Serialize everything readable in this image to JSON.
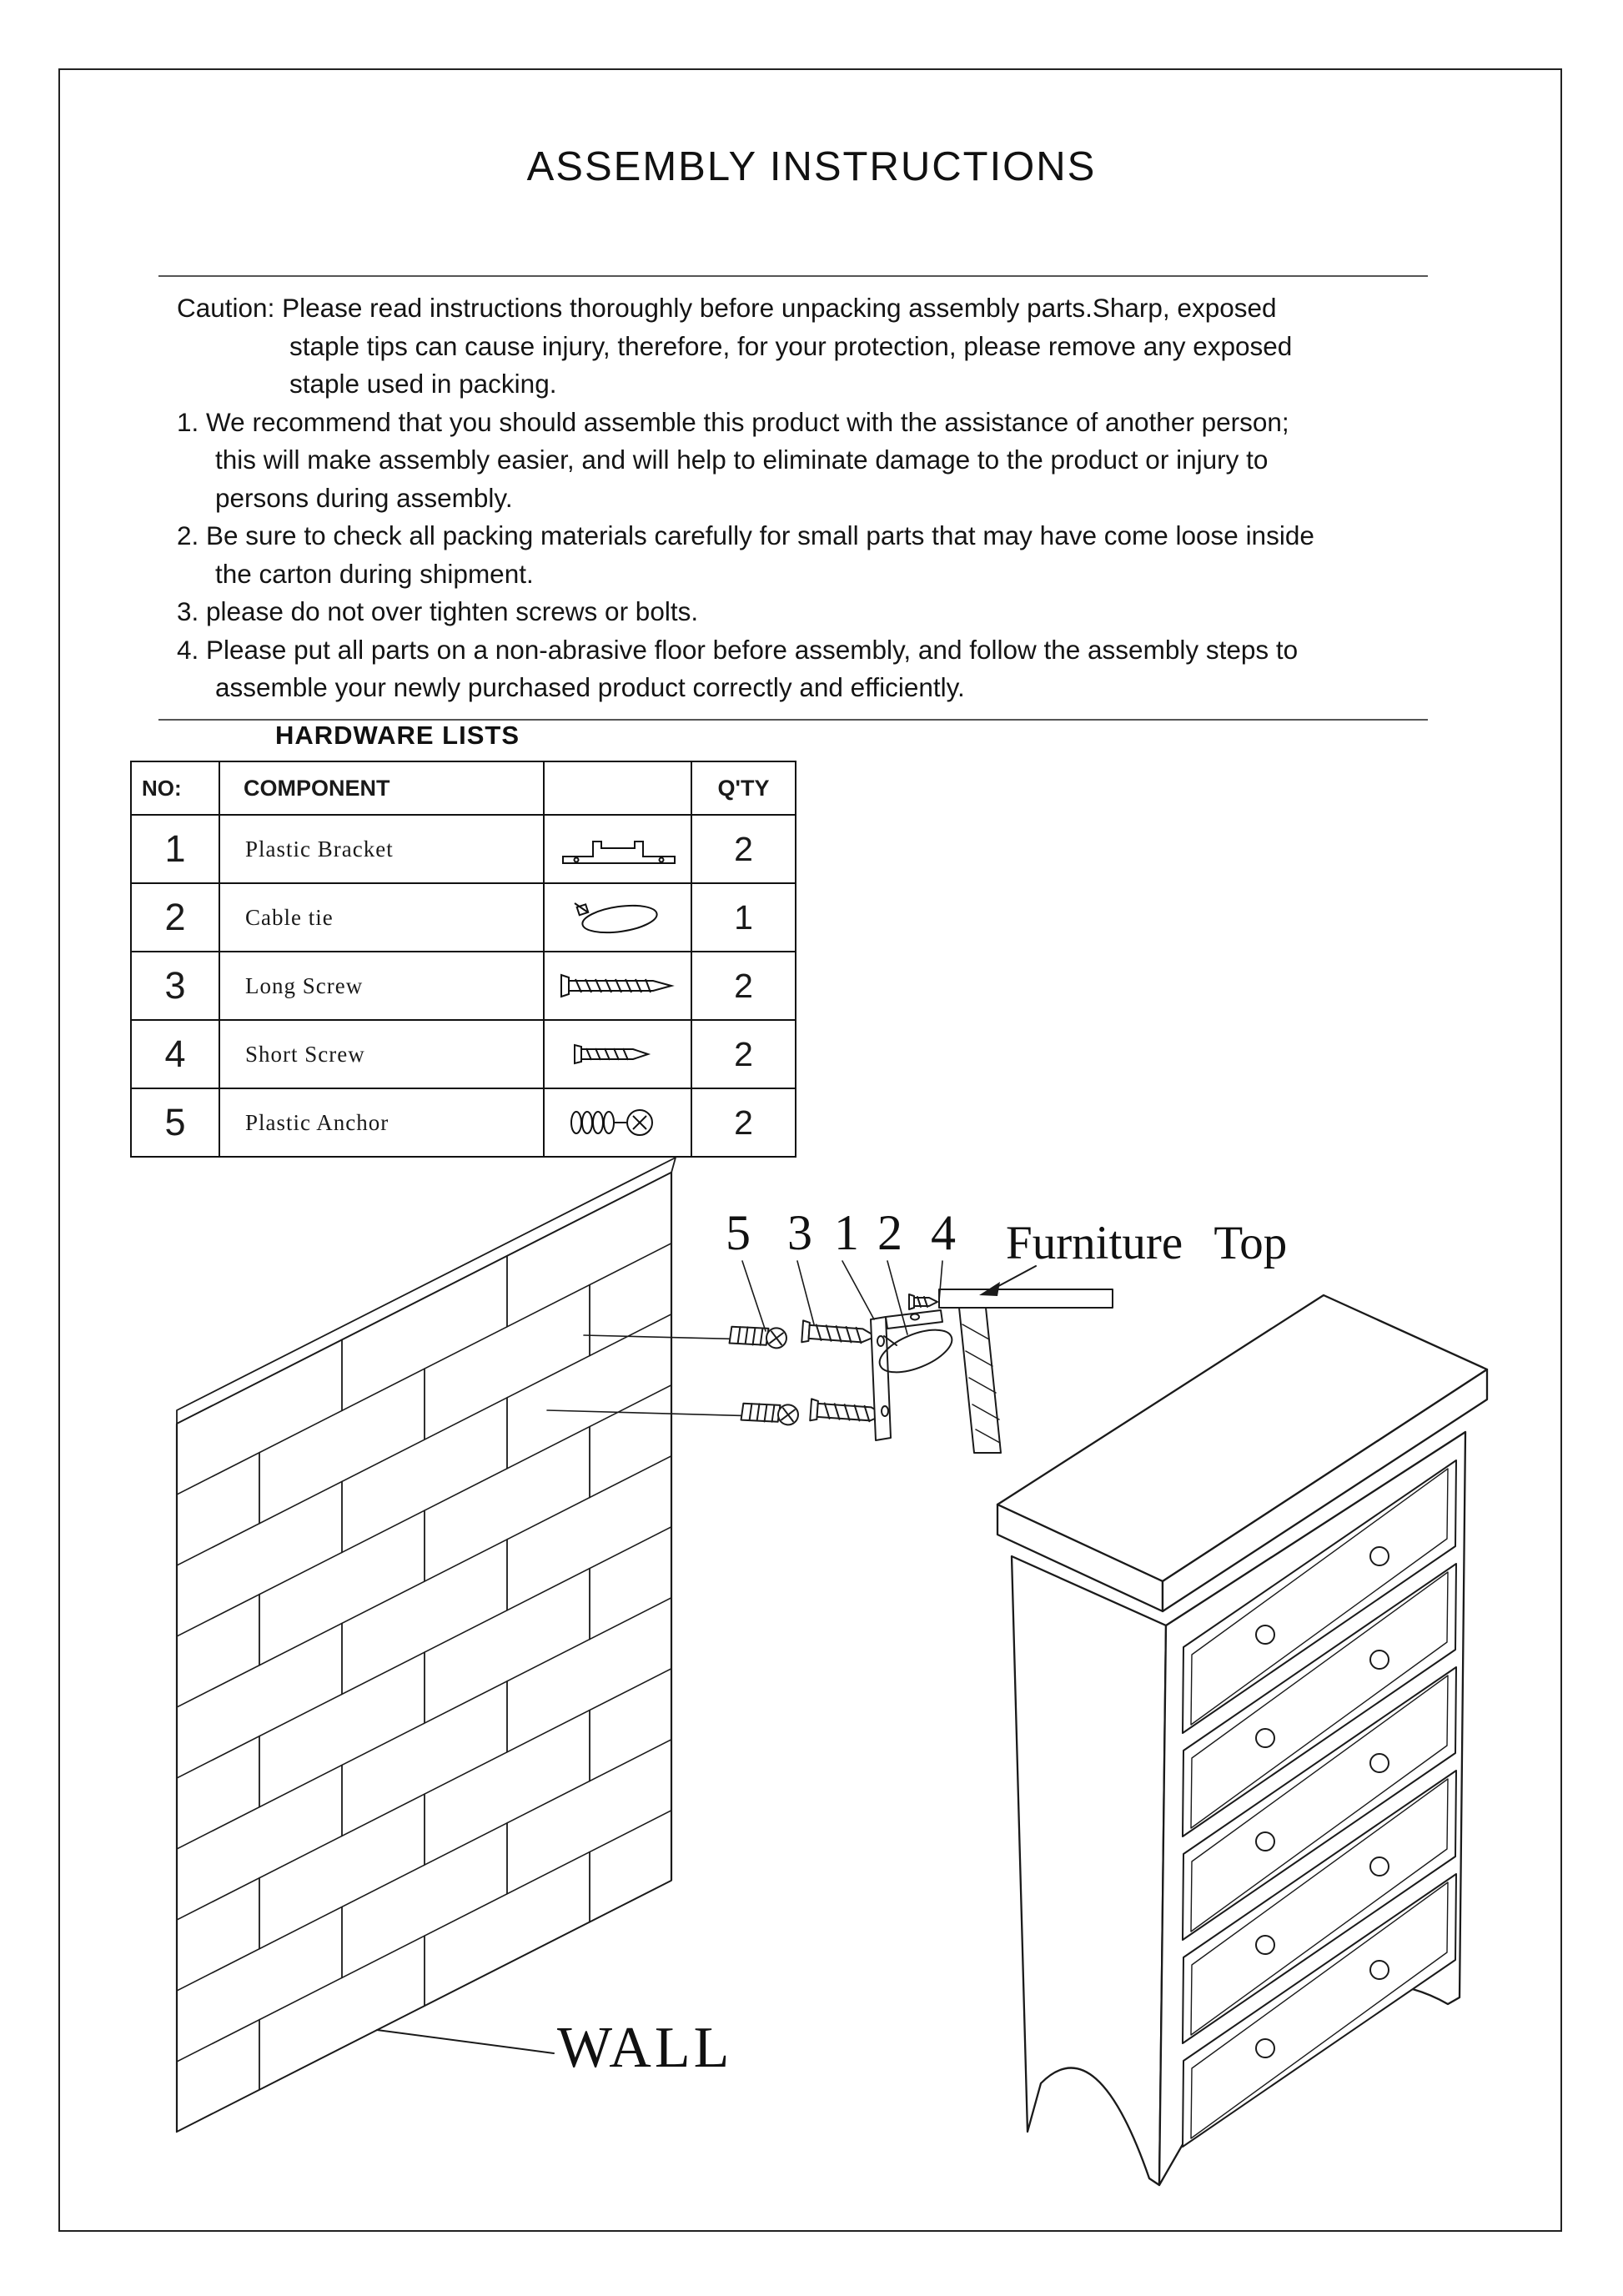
{
  "page": {
    "title": "ASSEMBLY INSTRUCTIONS"
  },
  "colors": {
    "ink": "#1a1a1a",
    "paper": "#ffffff"
  },
  "caution": {
    "lines": [
      "Caution: Please read instructions thoroughly before unpacking assembly parts.Sharp, exposed",
      "staple tips can cause injury, therefore, for your protection, please remove any exposed",
      "staple used in packing."
    ]
  },
  "instructions": {
    "items": [
      {
        "lines": [
          "1. We recommend that you should assemble this product with the assistance of another person;",
          "this will make assembly easier, and will help to eliminate damage to the product or injury to",
          "persons during assembly."
        ]
      },
      {
        "lines": [
          "2. Be sure to check all packing materials carefully for small parts that may have come loose inside",
          "the carton during shipment."
        ]
      },
      {
        "lines": [
          "3. please do not over tighten screws or bolts."
        ]
      },
      {
        "lines": [
          "4. Please put all parts on a non-abrasive floor before assembly, and follow the assembly steps to",
          "assemble your newly purchased product correctly and efficiently."
        ]
      }
    ]
  },
  "hardware": {
    "heading": "HARDWARE LISTS",
    "columns": {
      "no": "NO:",
      "component": "COMPONENT",
      "qty": "Q'TY"
    },
    "rows": [
      {
        "no": "1",
        "component": "Plastic Bracket",
        "icon": "plastic-bracket-icon",
        "qty": "2"
      },
      {
        "no": "2",
        "component": "Cable tie",
        "icon": "cable-tie-icon",
        "qty": "1"
      },
      {
        "no": "3",
        "component": "Long Screw",
        "icon": "long-screw-icon",
        "qty": "2"
      },
      {
        "no": "4",
        "component": "Short Screw",
        "icon": "short-screw-icon",
        "qty": "2"
      },
      {
        "no": "5",
        "component": "Plastic Anchor",
        "icon": "plastic-anchor-icon",
        "qty": "2"
      }
    ]
  },
  "diagram": {
    "callouts": [
      "5",
      "3",
      "1",
      "2",
      "4"
    ],
    "furniture_top_label": "Furniture Top",
    "wall_label": "WALL"
  }
}
